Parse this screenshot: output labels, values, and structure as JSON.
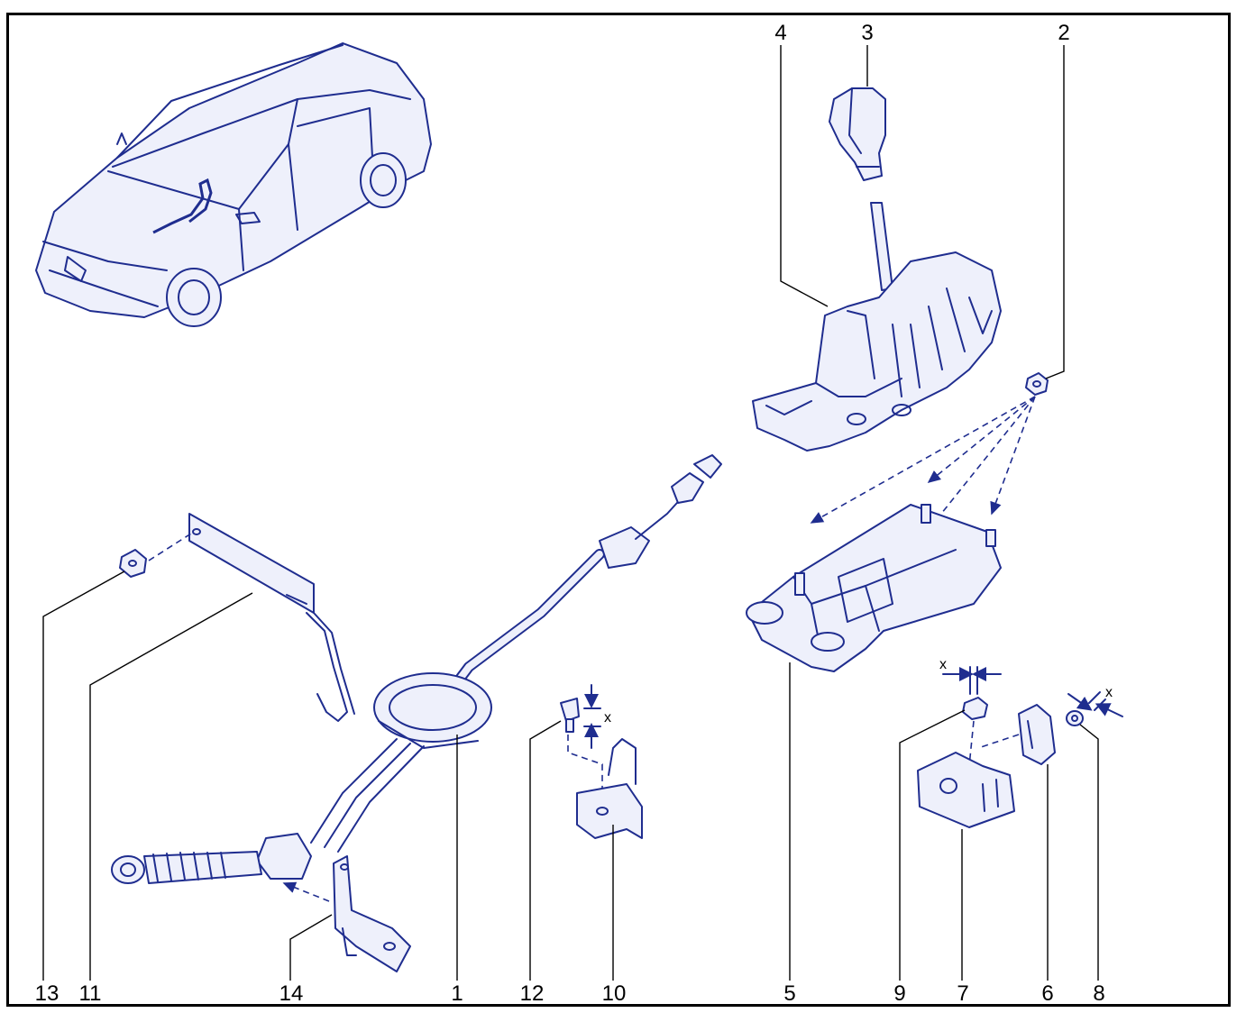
{
  "diagram": {
    "colors": {
      "line_art": "#1f2d8f",
      "fill": "#eef0fb",
      "callout": "#000000",
      "frame": "#000000"
    },
    "callouts": [
      {
        "id": "1",
        "text": "1"
      },
      {
        "id": "2",
        "text": "2"
      },
      {
        "id": "3",
        "text": "3"
      },
      {
        "id": "4",
        "text": "4"
      },
      {
        "id": "5",
        "text": "5"
      },
      {
        "id": "6",
        "text": "6"
      },
      {
        "id": "7",
        "text": "7"
      },
      {
        "id": "8",
        "text": "8"
      },
      {
        "id": "9",
        "text": "9"
      },
      {
        "id": "10",
        "text": "10"
      },
      {
        "id": "11",
        "text": "11"
      },
      {
        "id": "12",
        "text": "12"
      },
      {
        "id": "13",
        "text": "13"
      },
      {
        "id": "14",
        "text": "14"
      }
    ],
    "tolerance_marks": [
      {
        "id": "x-bolt-12",
        "text": "x"
      },
      {
        "id": "x-nut-9",
        "text": "x"
      },
      {
        "id": "x-nut-8",
        "text": "x"
      }
    ]
  }
}
